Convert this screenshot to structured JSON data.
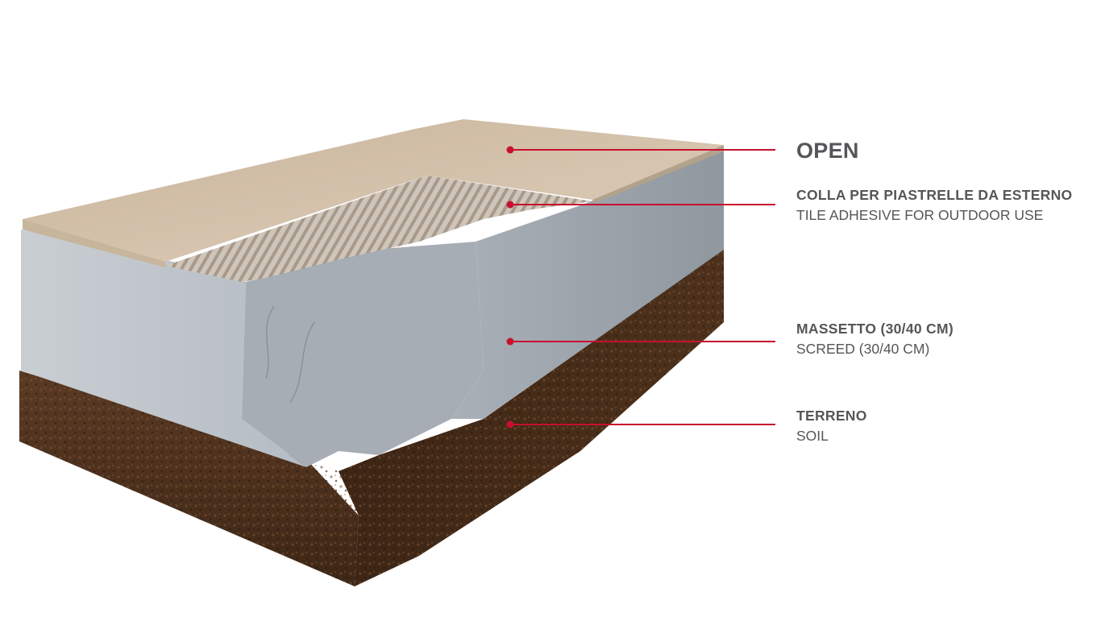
{
  "diagram": {
    "title": "OPEN",
    "accent_color": "#c8102e",
    "text_color": "#555659",
    "layers": [
      {
        "id": "tile",
        "label_it": "OPEN",
        "label_en": ""
      },
      {
        "id": "adhesive",
        "label_it": "COLLA PER PIASTRELLE DA ESTERNO",
        "label_en": "TILE ADHESIVE FOR OUTDOOR USE"
      },
      {
        "id": "screed",
        "label_it": "MASSETTO (30/40 CM)",
        "label_en": "SCREED (30/40 CM)"
      },
      {
        "id": "soil",
        "label_it": "TERRENO",
        "label_en": "SOIL"
      }
    ]
  }
}
